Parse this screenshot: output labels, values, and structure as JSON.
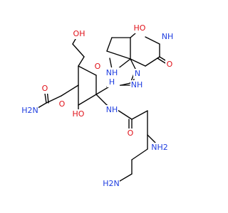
{
  "structure": {
    "atom_labels": {
      "hydroxyl_top": "HO",
      "amide_nh_top": "NH",
      "ketone_o": "O",
      "ring_n": "N",
      "ring_nh_left": "NH",
      "ring_nh_right": "H",
      "linker_nh": "NH",
      "ch2oh": "OH",
      "ring_o": "O",
      "carbamate_o_double": "O",
      "carbamate_nh2": "H2N",
      "ester_o": "O",
      "hydroxyl_mid": "HO",
      "amide_nh_mid": "NH",
      "amide_o": "O",
      "amine_nh2_mid": "NH2",
      "amine_nh2_bottom": "H2N"
    },
    "colors": {
      "nitrogen": "#1f3ee0",
      "oxygen": "#e0121a",
      "bond": "#000000"
    }
  }
}
